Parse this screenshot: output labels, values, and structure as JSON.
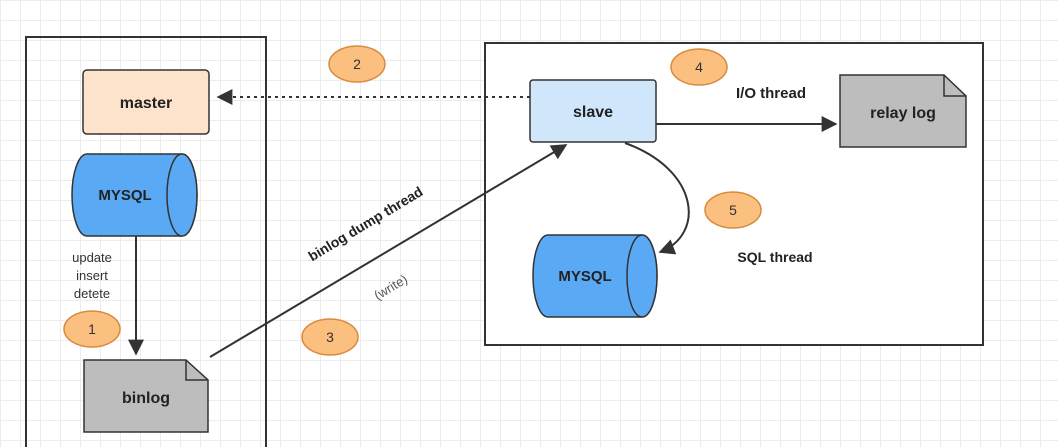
{
  "nodes": {
    "master": "master",
    "mysql_master": "MYSQL",
    "binlog": "binlog",
    "slave": "slave",
    "relay_log": "relay log",
    "mysql_slave": "MYSQL"
  },
  "operations": [
    "update",
    "insert",
    "detete"
  ],
  "edges": {
    "binlog_dump_thread": "binlog dump thread",
    "write": "(write)",
    "io_thread": "I/O thread",
    "sql_thread": "SQL thread"
  },
  "steps": [
    "1",
    "2",
    "3",
    "4",
    "5"
  ],
  "colors": {
    "master_fill": "#fde3cc",
    "db_fill": "#5aa9f5",
    "slave_fill": "#cfe6fb",
    "doc_fill": "#bdbdbd",
    "step_fill": "#fbbf7f",
    "step_stroke": "#d88a3d"
  }
}
